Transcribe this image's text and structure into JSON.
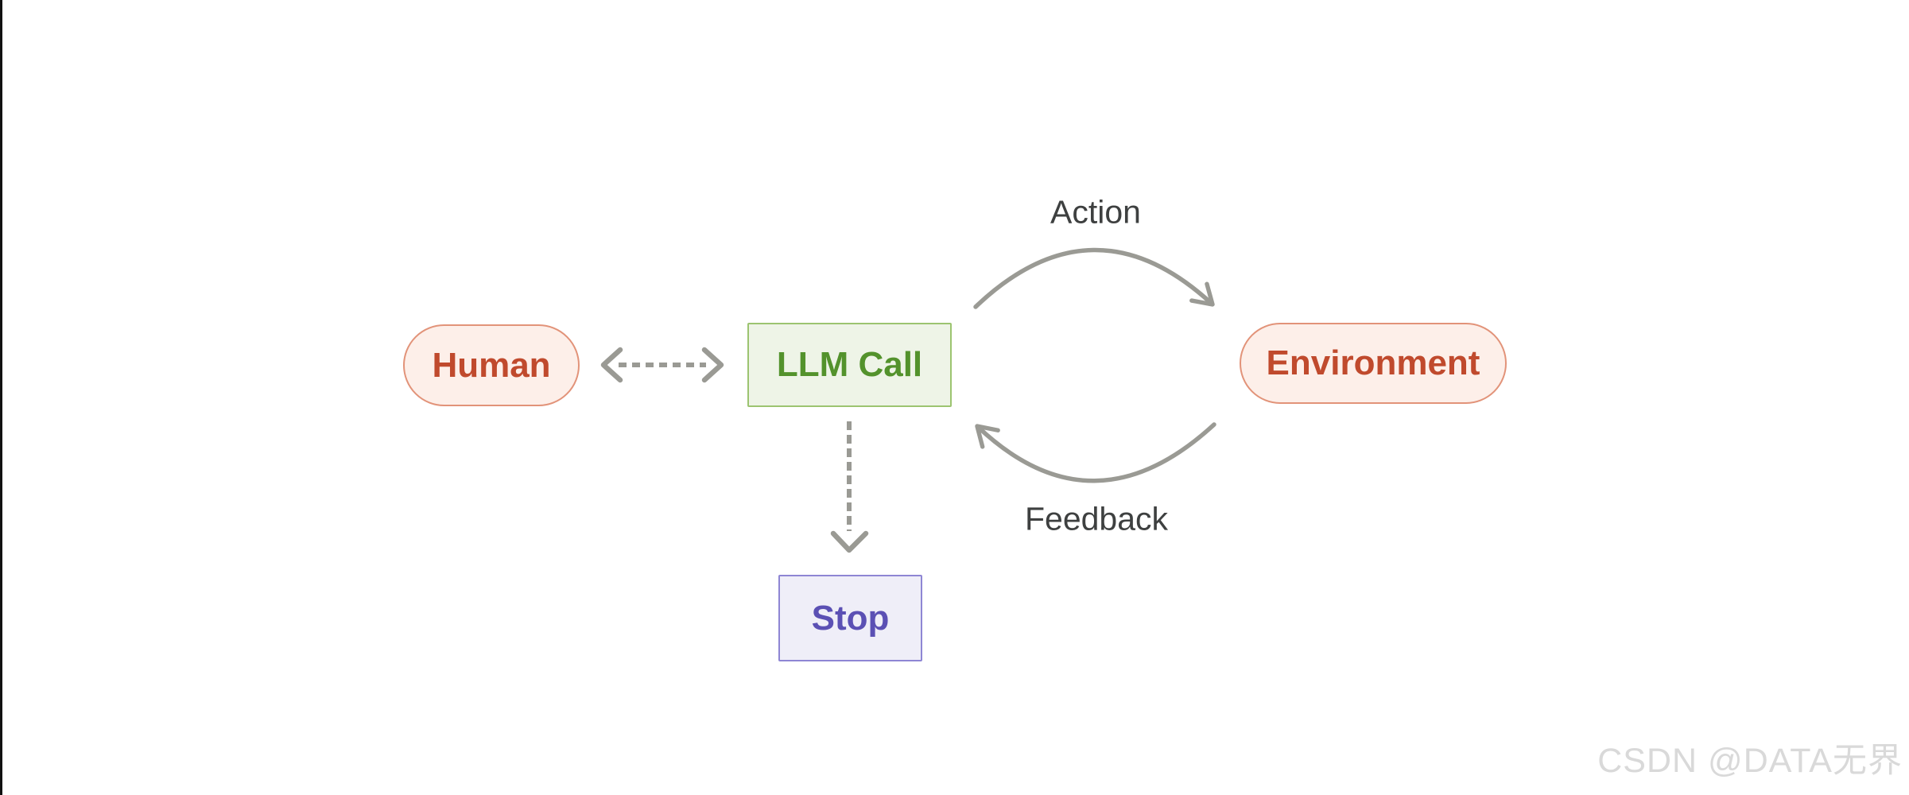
{
  "diagram": {
    "title_hint": "agent-loop-diagram",
    "nodes": {
      "human": {
        "label": "Human",
        "shape": "pill"
      },
      "llm_call": {
        "label": "LLM Call",
        "shape": "rect"
      },
      "environment": {
        "label": "Environment",
        "shape": "pill"
      },
      "stop": {
        "label": "Stop",
        "shape": "rect"
      }
    },
    "edges": {
      "human_llm": {
        "style": "dashed",
        "direction": "bidirectional",
        "label": ""
      },
      "action": {
        "style": "solid-curved",
        "from": "llm_call",
        "to": "environment",
        "label": "Action"
      },
      "feedback": {
        "style": "solid-curved",
        "from": "environment",
        "to": "llm_call",
        "label": "Feedback"
      },
      "llm_stop": {
        "style": "dashed",
        "from": "llm_call",
        "to": "stop",
        "label": ""
      }
    }
  },
  "colors": {
    "human_env_bg": "#fdefe9",
    "human_env_border": "#e29379",
    "human_env_text": "#c04a2d",
    "llm_bg": "#eef4e7",
    "llm_border": "#9cc470",
    "llm_text": "#53922c",
    "stop_bg": "#efeef8",
    "stop_border": "#8e86d4",
    "stop_text": "#5b50b4",
    "arrow": "#9a9a94",
    "edge_label_text": "#3e4040",
    "left_edge_line": "#111111",
    "watermark_text": "#d9d9d9",
    "background": "#ffffff"
  },
  "watermark": {
    "text": "CSDN @DATA无界"
  }
}
